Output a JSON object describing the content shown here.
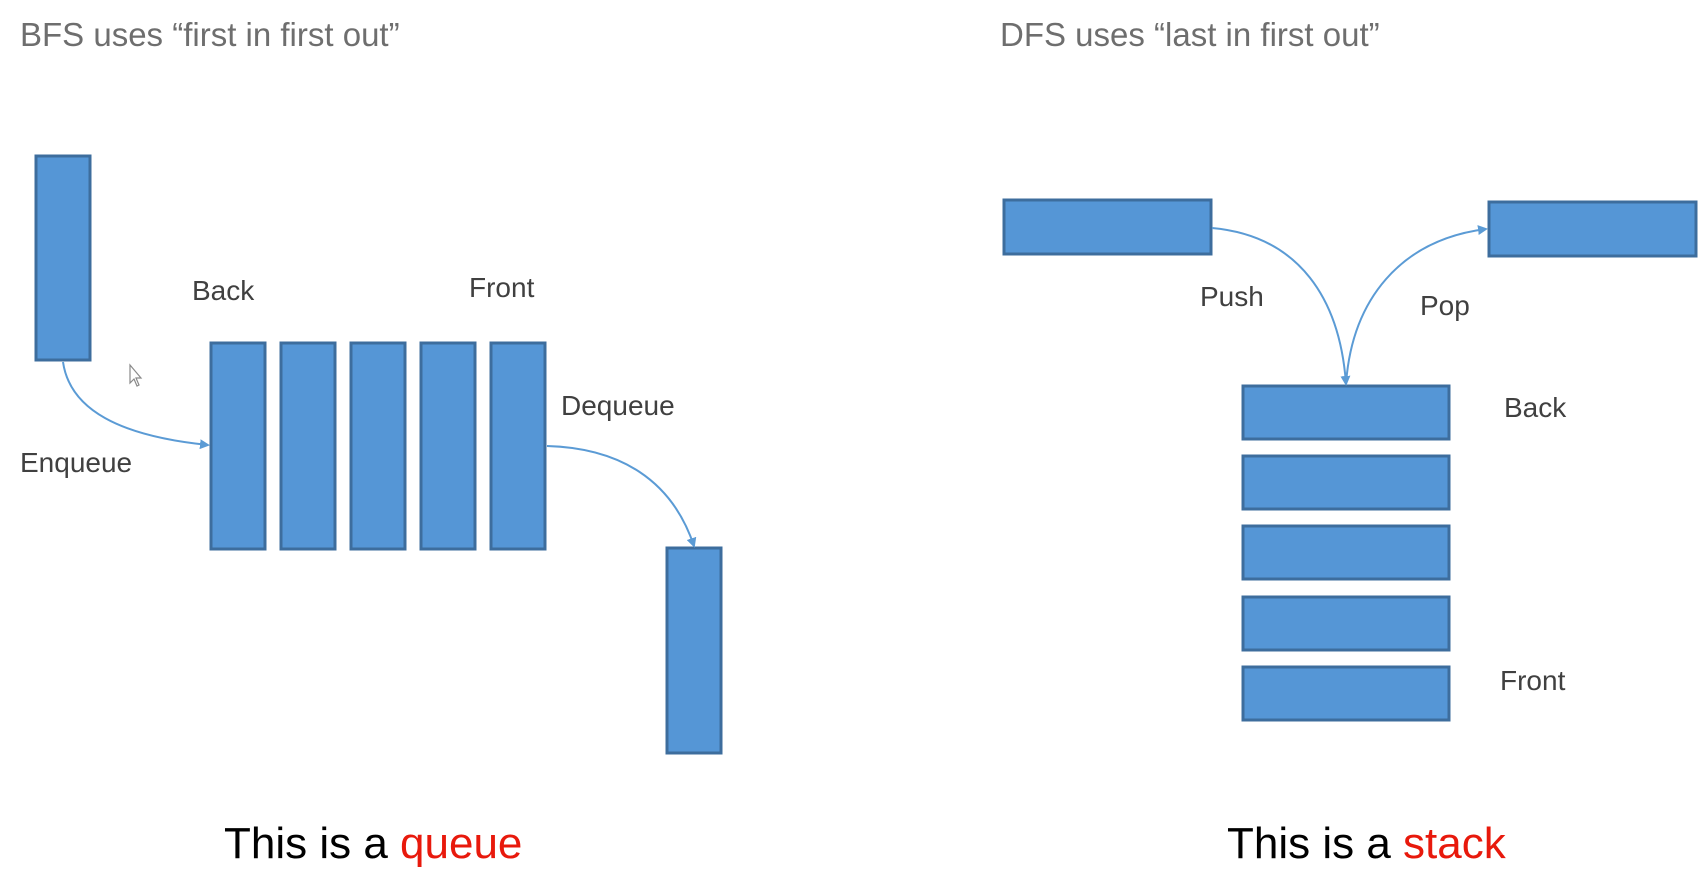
{
  "bfs": {
    "heading": "BFS uses “first in first out”",
    "labels": {
      "back": "Back",
      "front": "Front",
      "enqueue": "Enqueue",
      "dequeue": "Dequeue"
    },
    "caption_prefix": "This is a ",
    "caption_word": "queue"
  },
  "dfs": {
    "heading": "DFS uses “last in first out”",
    "labels": {
      "push": "Push",
      "pop": "Pop",
      "back": "Back",
      "front": "Front"
    },
    "caption_prefix": "This is a ",
    "caption_word": "stack"
  },
  "colors": {
    "block_fill": "#5596d6",
    "block_stroke": "#3d6d9d",
    "arrow": "#5b9bd5",
    "caption_accent": "#e8190c",
    "heading_text": "#6e6e6e"
  },
  "icons": [
    "mouse-pointer-icon"
  ]
}
